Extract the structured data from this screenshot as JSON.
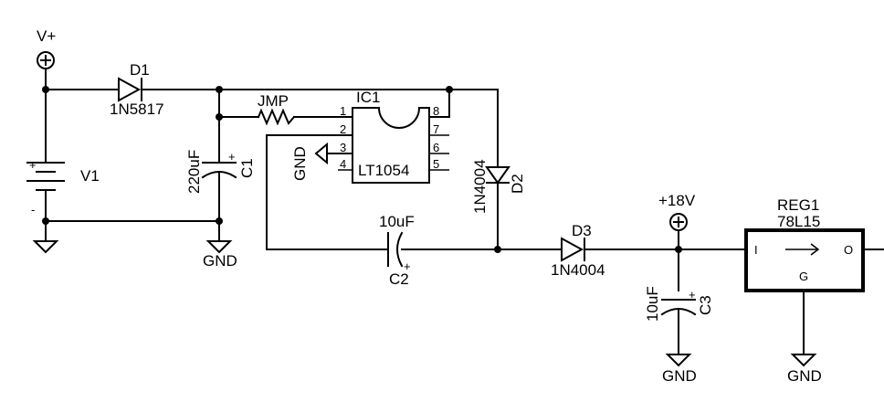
{
  "components": {
    "v_plus": "V+",
    "v1": "V1",
    "v1_plus": "+",
    "v1_minus": "-",
    "d1_name": "D1",
    "d1_value": "1N5817",
    "c1_value": "220uF",
    "c1_name": "C1",
    "c1_plus": "+",
    "jmp": "JMP",
    "ic1_name": "IC1",
    "ic1_value": "LT1054",
    "ic1_pins": [
      "1",
      "2",
      "3",
      "4",
      "5",
      "6",
      "7",
      "8"
    ],
    "gnd_ic": "GND",
    "d2_value": "1N4004",
    "d2_name": "D2",
    "c2_value": "10uF",
    "c2_name": "C2",
    "c2_plus": "+",
    "d3_name": "D3",
    "d3_value": "1N4004",
    "v18": "+18V",
    "c3_value": "10uF",
    "c3_name": "C3",
    "c3_plus": "+",
    "reg1_name": "REG1",
    "reg1_value": "78L15",
    "reg1_in": "I",
    "reg1_out": "O",
    "reg1_gnd": "G",
    "gnd1": "GND",
    "gnd3": "GND",
    "gnd4": "GND"
  }
}
